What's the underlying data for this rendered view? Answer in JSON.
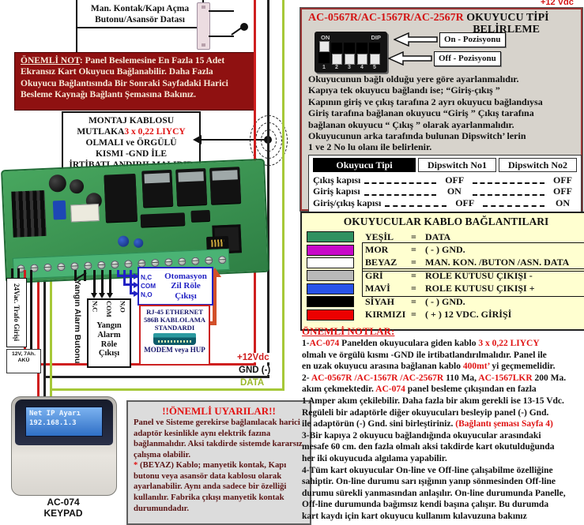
{
  "colors": {
    "accent_red": "#e01212",
    "dark_red_box": "#8f1111",
    "yellow_panel": "#ffffd0",
    "gray_panel": "#d7d3cc",
    "bus_red": "#cf1f1f",
    "bus_black": "#222222",
    "bus_green": "#a6c838",
    "orange_arrow": "#d2502a",
    "blue_box": "#2222c4"
  },
  "top_left": {
    "man_kontak_label": "Man. Kontak/Kapı Açma\nButonu/Asansör Datası",
    "onemli_not_title": "ÖNEMLİ NOT",
    "onemli_not_body": ":  Panel Beslemesine En Fazla 15 Adet Ekransız Kart Okuyucu Bağlanabilir. Daha Fazla Okuyucu Bağlantısında Bir Sonraki Sayfadaki Harici Besleme Kaynağı Bağlantı Şemasına Bakınız.",
    "montaj_line1": "MONTAJ KABLOSU",
    "montaj_line2": [
      {
        "t": "MUTLAKA",
        "c": "k"
      },
      {
        "t": "3 x 0,22 LIYCY",
        "c": "r"
      }
    ],
    "montaj_line3": "OLMALI ve ÖRGÜLÜ",
    "montaj_line4": "KISMI -GND İLE",
    "montaj_line5": "İRTİBATLANDIRILMALIDIR",
    "corner_fragment": "+12 Vdc"
  },
  "wiring": {
    "trafo_label": "24Vac. Trafo Girişi",
    "aku_label": "12V, 7Ah.\nAKÜ",
    "yangin_buton_label": "Yangın Alarm Butonu",
    "yangin_role_terms": [
      "N,C",
      "COM",
      "N,O"
    ],
    "yangin_role_label": "Yangın\nAlarm\nRöle\nÇıkışı",
    "otomasyon_terms": "N,C\nCOM\nN,O",
    "otomasyon_label": "Otomasyon\nZil Röle\nÇıkışı",
    "rj45_title": "RJ-45 ETHERNET\n586B KABLOLAMA\nSTANDARDI",
    "rj45_caption": "MODEM veya HUP",
    "bus_v12": "+12Vdc",
    "bus_gnd": "GND (-)",
    "bus_data": "DATA"
  },
  "keypad": {
    "lcd_line1": "Net IP Ayarı",
    "lcd_line2": "192.168.1.3",
    "label": "AC-074\nKEYPAD"
  },
  "uyarilar": {
    "title": "!!ÖNEMLİ UYARILAR!!",
    "body1": "Panel ve Sisteme gerekirse bağlanılacak harici adaptör kesinlikle aynı elektrik fazına bağlanmalıdır. Aksi takdirde sistemde kararsız çalışma olabilir.",
    "body2": [
      {
        "t": "* ",
        "c": "r"
      },
      {
        "t": "(BEYAZ) Kablo; manyetik  kontak, Kapı butonu veya asansör data kablosu olarak ayarlanabilir. Aynı anda sadece bir özelliği kullanılır. Fabrika çıkışı manyetik kontak durumundadır.",
        "c": "k"
      }
    ]
  },
  "reader_panel": {
    "title_red": "AC-0567R/AC-1567R/AC-2567R",
    "title_black1": " OKUYUCU TİPİ",
    "title_black2": "BELİRLEME",
    "dip": {
      "on_label": "ON",
      "dip_label": "DIP",
      "switches": [
        "up",
        "down",
        "down",
        "down",
        "down"
      ],
      "numbers": [
        "1",
        "2",
        "3",
        "4",
        "5"
      ]
    },
    "arrow_on_label": "On - Pozisyonu",
    "arrow_off_label": "Off - Pozisyonu",
    "paragraph": "Okuyucunun bağlı olduğu yere göre ayarlanmalıdır.\nKapıya tek okuyucu bağlandı ise; “Giriş-çıkış ”\nKapının giriş ve çıkış tarafına 2 ayrı okuyucu bağlandıysa\nGiriş tarafına bağlanan okuyucu “Giriş ” Çıkış tarafına\nbağlanan okuyucu “ Çıkış ” olarak ayarlanmalıdır.\nOkuyucunun arka tarafında bulunan Dipswitch’ lerin\n1 ve 2 No lu olanı ile belirlenir.",
    "table": {
      "headers": [
        "Okuyucu Tipi",
        "Dipswitch No1",
        "Dipswitch No2"
      ],
      "rows": [
        {
          "label": "Çıkış kapısı",
          "no1": "OFF",
          "no2": "OFF"
        },
        {
          "label": "Giriş kapısı",
          "no1": "ON",
          "no2": "OFF"
        },
        {
          "label": "Giriş/çıkış kapısı",
          "no1": "OFF",
          "no2": "ON"
        }
      ]
    }
  },
  "cable_panel": {
    "title": "OKUYUCULAR KABLO BAĞLANTILARI",
    "rows": [
      {
        "swatch": "#2f9161",
        "name": "YEŞİL",
        "eq": "=",
        "value": "DATA"
      },
      {
        "swatch": "#c808c8",
        "name": "MOR",
        "eq": "=",
        "value": "( - ) GND."
      },
      {
        "swatch": "#ffffff",
        "name": "BEYAZ",
        "eq": "=",
        "value": "MAN. KON. /BUTON /ASN. DATA"
      },
      {
        "swatch": "#b9b9b9",
        "name": "GRİ",
        "eq": "=",
        "value": "ROLE KUTUSU ÇIKIŞI -"
      },
      {
        "swatch": "#2853e8",
        "name": "MAVİ",
        "eq": "=",
        "value": "ROLE KUTUSU ÇIKIŞI +"
      },
      {
        "swatch": "#000000",
        "name": "SİYAH",
        "eq": "=",
        "value": "( - ) GND."
      },
      {
        "swatch": "#ec0000",
        "name": "KIRMIZI",
        "eq": "=",
        "value": "( + )  12 VDC. GİRİŞİ"
      }
    ]
  },
  "notes": {
    "title": "ÖNEMLİ NOTLAR:",
    "lines": [
      [
        {
          "t": "1-",
          "c": "k"
        },
        {
          "t": "AC-074",
          "c": "r"
        },
        {
          "t": " Panelden okuyuculara giden kablo ",
          "c": "k"
        },
        {
          "t": "3 x 0,22 LIYCY",
          "c": "r"
        }
      ],
      [
        {
          "t": "olmalı ve örgülü kısmı -GND ile irtibatlandırılmalıdır. Panel  ile",
          "c": "k"
        }
      ],
      [
        {
          "t": "en uzak okuyucu arasına bağlanan kablo ",
          "c": "k"
        },
        {
          "t": "400mt’",
          "c": "r"
        },
        {
          "t": " yi geçmemelidir.",
          "c": "k"
        }
      ],
      [
        {
          "t": "2- ",
          "c": "k"
        },
        {
          "t": "AC-0567R /AC-1567R /AC-2567R",
          "c": "r"
        },
        {
          "t": " 110 Ma, ",
          "c": "k"
        },
        {
          "t": "AC-1567LKR",
          "c": "r"
        },
        {
          "t": " 200 Ma.",
          "c": "k"
        }
      ],
      [
        {
          "t": "akım çekmektedir. ",
          "c": "k"
        },
        {
          "t": "AC-074",
          "c": "r"
        },
        {
          "t": "  panel besleme çıkışından en fazla",
          "c": "k"
        }
      ],
      [
        {
          "t": "1 Amper akım çekilebilir. Daha fazla bir akım gerekli ise 13-15 Vdc.",
          "c": "k"
        }
      ],
      [
        {
          "t": "Regüleli bir adaptörle diğer okuyucuları besleyip panel (-) Gnd.",
          "c": "k"
        }
      ],
      [
        {
          "t": "ile adaptörün (-) Gnd. sini birleştiriniz. ",
          "c": "k"
        },
        {
          "t": "(Bağlantı şeması Sayfa 4)",
          "c": "r"
        }
      ],
      [
        {
          "t": "3-Bir kapıya 2 okuyucu bağlandığında okuyucular arasındaki",
          "c": "k"
        }
      ],
      [
        {
          "t": "mesafe 60 cm. den fazla olmalı aksi takdirde kart okutulduğunda",
          "c": "k"
        }
      ],
      [
        {
          "t": "her iki okuyucuda algılama yapabilir.",
          "c": "k"
        }
      ],
      [
        {
          "t": "4-Tüm kart okuyucular On-line ve Off-line çalışabilme özelliğine",
          "c": "k"
        }
      ],
      [
        {
          "t": "sahiptir. On-line durumu sarı ışığının yanıp sönmesinden Off-line",
          "c": "k"
        }
      ],
      [
        {
          "t": "durumu sürekli yanmasından anlaşılır. On-line durumunda Panelle,",
          "c": "k"
        }
      ],
      [
        {
          "t": "Off-line durumunda bağımsız kendi başına çalışır. Bu durumda",
          "c": "k"
        }
      ],
      [
        {
          "t": "kart kaydı için kart okuyucu kullanım kılavuzuna  bakınız",
          "c": "k"
        }
      ]
    ]
  }
}
